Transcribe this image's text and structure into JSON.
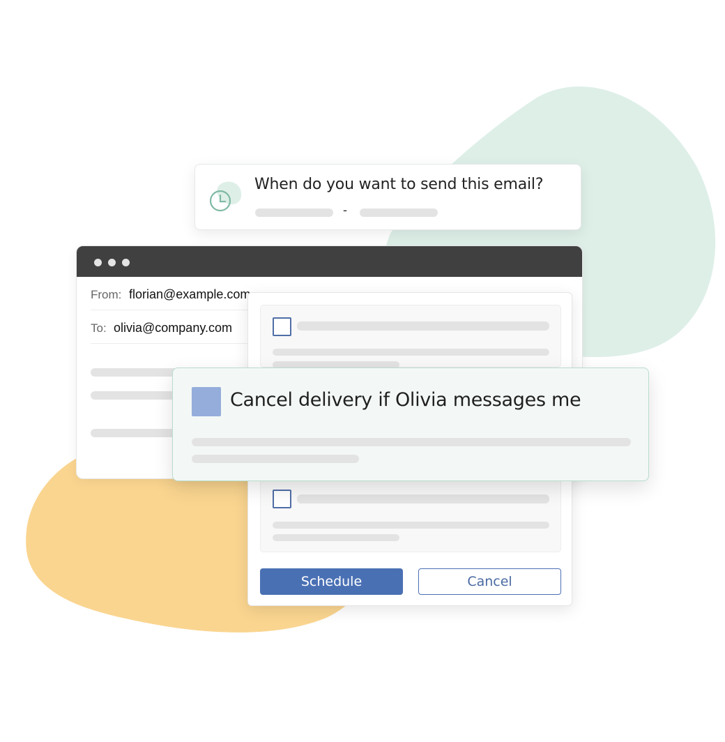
{
  "schedule_prompt": {
    "question": "When do you want to send this email?",
    "range_separator": "-",
    "icon": "clock-icon"
  },
  "email": {
    "from_label": "From:",
    "from_value": "florian@example.com",
    "to_label": "To:",
    "to_value": "olivia@company.com"
  },
  "condition": {
    "label": "Cancel delivery if Olivia messages me",
    "checked": true
  },
  "actions": {
    "schedule_label": "Schedule",
    "cancel_label": "Cancel"
  },
  "colors": {
    "accent": "#4a70b4",
    "checkbox_fill": "#95addb",
    "blob_green": "#deefe8",
    "blob_yellow": "#fad590",
    "titlebar": "#404040"
  }
}
